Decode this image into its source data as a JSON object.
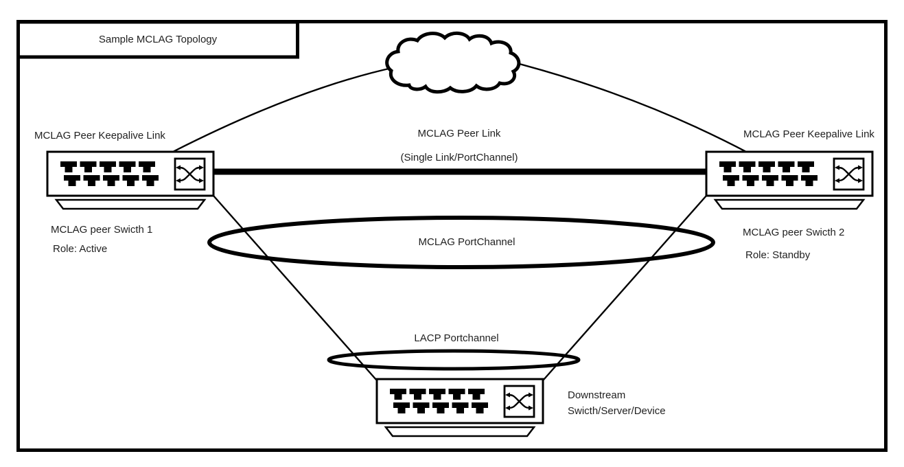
{
  "diagram": {
    "title": "Sample MCLAG Topology",
    "links": {
      "peer_keepalive_left": "MCLAG Peer Keepalive Link",
      "peer_keepalive_right": "MCLAG Peer Keepalive Link",
      "peer_link_title": "MCLAG Peer Link",
      "peer_link_subtitle": "(Single Link/PortChannel)",
      "mclag_portchannel": "MCLAG PortChannel",
      "lacp_portchannel": "LACP Portchannel"
    },
    "nodes": {
      "switch1": {
        "name": "MCLAG peer Swicth 1",
        "role": "Role: Active"
      },
      "switch2": {
        "name": "MCLAG peer Swicth 2",
        "role": "Role: Standby"
      },
      "downstream": {
        "line1": "Downstream",
        "line2": "Swicth/Server/Device"
      }
    },
    "colors": {
      "stroke": "#000000",
      "background": "#ffffff"
    }
  }
}
